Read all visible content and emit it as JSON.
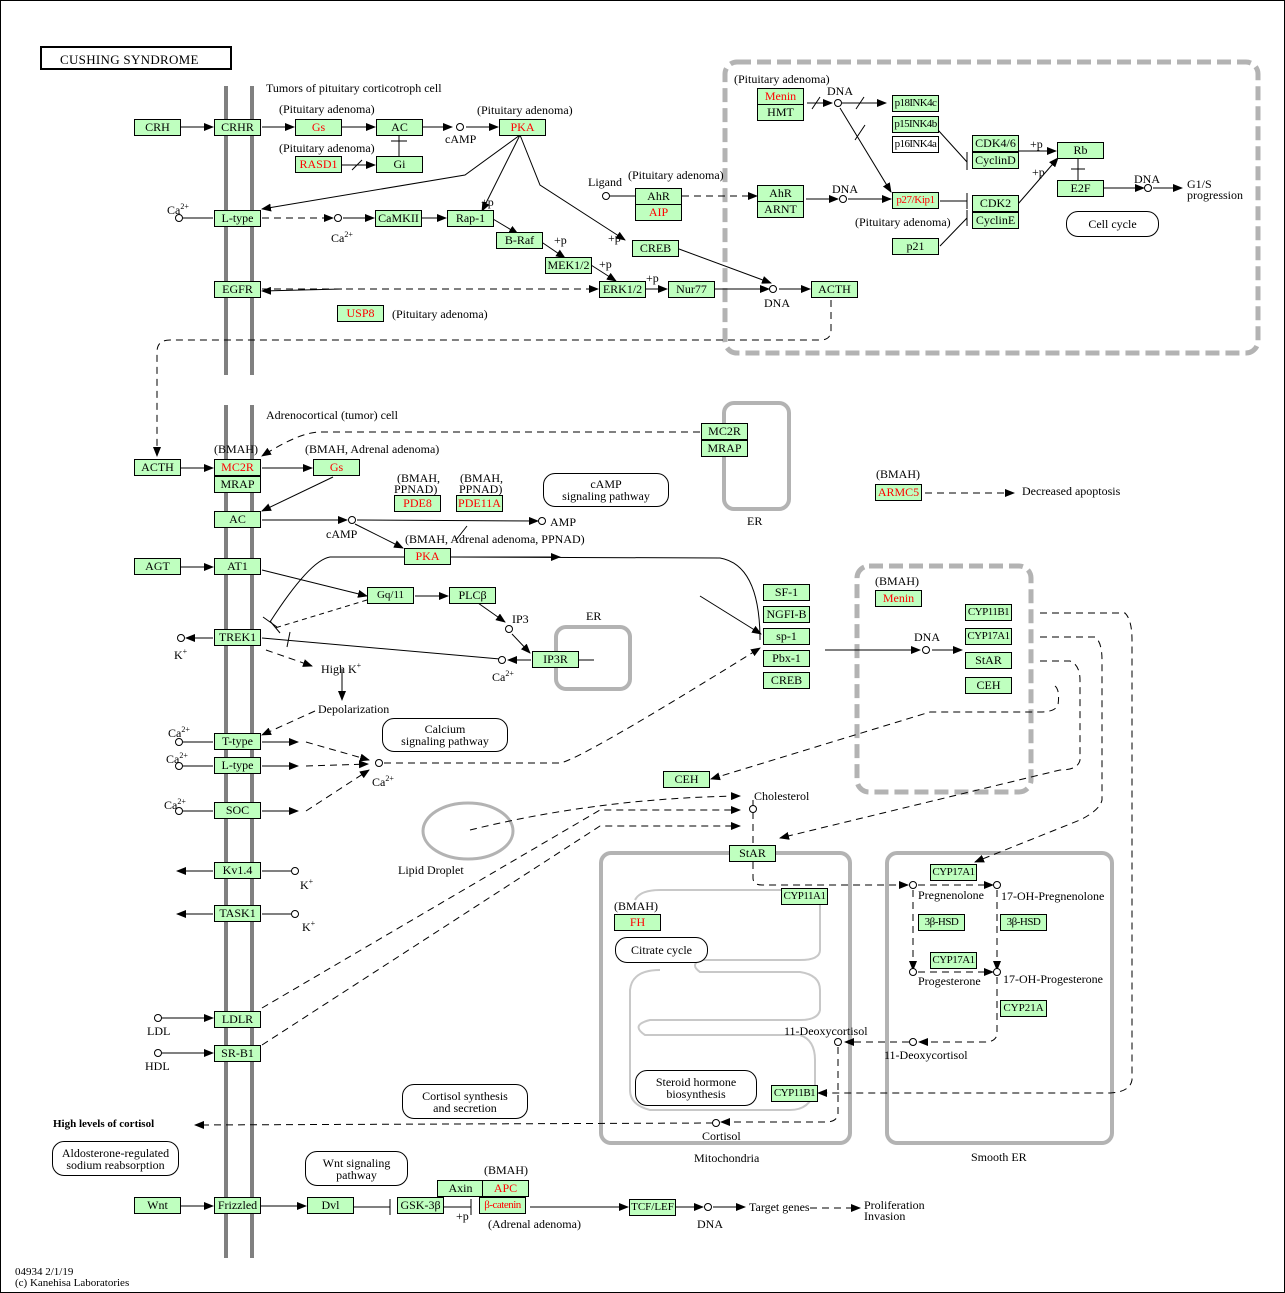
{
  "title": "CUSHING SYNDROME",
  "footer": {
    "id_date": "04934 2/1/19",
    "copyright": "(c) Kanehisa Laboratories"
  },
  "colors": {
    "gene_fill": "#bfffbf",
    "disease_gene_text": "#ff0000",
    "compartment_gray": "#b3b3b3",
    "membrane_gray": "#808080"
  },
  "labels": {
    "pit_cell": "Tumors of pituitary corticotroph cell",
    "adr_cell": "Adrenocortical (tumor) cell",
    "pit_ad": "(Pituitary adenoma)",
    "bmah": "(BMAH)",
    "bmah_adrenal": "(BMAH, Adrenal adenoma)",
    "bmah_ppnad_1": "(BMAH,",
    "ppnad_2": "PPNAD)",
    "bmah_adr_ppnad": "(BMAH, Adrenal adenoma, PPNAD)",
    "adrenal_adenoma": "(Adrenal adenoma)",
    "camp": "cAMP",
    "amp": "AMP",
    "dna": "DNA",
    "ligand": "Ligand",
    "ca": "Ca",
    "ca_sup": "2+",
    "k": "K",
    "k_sup": "+",
    "ip3": "IP3",
    "er": "ER",
    "high_k": "High K",
    "depolarization": "Depolarization",
    "lipid_droplet": "Lipid Droplet",
    "cholesterol": "Cholesterol",
    "pregnenolone": "Pregnenolone",
    "oh_pregnenolone": "17-OH-Pregnenolone",
    "progesterone": "Progesterone",
    "oh_progesterone": "17-OH-Progesterone",
    "deoxycortisol": "11-Deoxycortisol",
    "cortisol": "Cortisol",
    "mitochondria": "Mitochondria",
    "smooth_er": "Smooth ER",
    "ldl": "LDL",
    "hdl": "HDL",
    "high_cortisol": "High levels of cortisol",
    "decreased_apoptosis": "Decreased apoptosis",
    "g1s_1": "G1/S",
    "g1s_2": "progression",
    "plus_p": "+p",
    "target_genes": "Target genes",
    "proliferation": "Proliferation",
    "invasion": "Invasion"
  },
  "maps": {
    "cell_cycle": "Cell cycle",
    "camp_1": "cAMP",
    "camp_2": "signaling pathway",
    "calcium_1": "Calcium",
    "calcium_2": "signaling pathway",
    "citrate": "Citrate cycle",
    "steroid_1": "Steroid hormone",
    "steroid_2": "biosynthesis",
    "cortisol_1": "Cortisol synthesis",
    "cortisol_2": "and secretion",
    "aldo_1": "Aldosterone-regulated",
    "aldo_2": "sodium reabsorption",
    "wnt_1": "Wnt signaling",
    "wnt_2": "pathway"
  },
  "genes": {
    "crh": "CRH",
    "crhr": "CRHR",
    "gs": "Gs",
    "ac": "AC",
    "pka": "PKA",
    "rasd1": "RASD1",
    "gi": "Gi",
    "ltype": "L-type",
    "camkii": "CaMKII",
    "rap1": "Rap-1",
    "braf": "B-Raf",
    "mek": "MEK1/2",
    "erk": "ERK1/2",
    "nur77": "Nur77",
    "creb": "CREB",
    "acth": "ACTH",
    "egfr": "EGFR",
    "usp8": "USP8",
    "ahr": "AhR",
    "aip": "AIP",
    "arnt": "ARNT",
    "menin": "Menin",
    "hmt": "HMT",
    "p18": "p18INK4c",
    "p15": "p15INK4b",
    "p16": "p16INK4a",
    "p27": "p27/Kip1",
    "p21": "p21",
    "cdk46": "CDK4/6",
    "cyclind": "CyclinD",
    "cdk2": "CDK2",
    "cycline": "CyclinE",
    "rb": "Rb",
    "e2f": "E2F",
    "mc2r": "MC2R",
    "mrap": "MRAP",
    "pde8": "PDE8",
    "pde11a": "PDE11A",
    "armc5": "ARMC5",
    "agt": "AGT",
    "at1": "AT1",
    "gq": "Gq/11",
    "plcb": "PLCβ",
    "ip3r": "IP3R",
    "trek1": "TREK1",
    "ttype": "T-type",
    "soc": "SOC",
    "kv14": "Kv1.4",
    "task1": "TASK1",
    "ldlr": "LDLR",
    "srb1": "SR-B1",
    "sf1": "SF-1",
    "ngfib": "NGFI-B",
    "sp1": "sp-1",
    "pbx1": "Pbx-1",
    "cyp11b1": "CYP11B1",
    "cyp17a1": "CYP17A1",
    "star": "StAR",
    "ceh": "CEH",
    "cyp11a1": "CYP11A1",
    "fh": "FH",
    "hsd": "3β-HSD",
    "cyp21a": "CYP21A",
    "wnt": "Wnt",
    "frizzled": "Frizzled",
    "dvl": "Dvl",
    "gsk3b": "GSK-3β",
    "axin": "Axin",
    "apc": "APC",
    "bcat": "β-catenin",
    "tcflef": "TCF/LEF"
  }
}
